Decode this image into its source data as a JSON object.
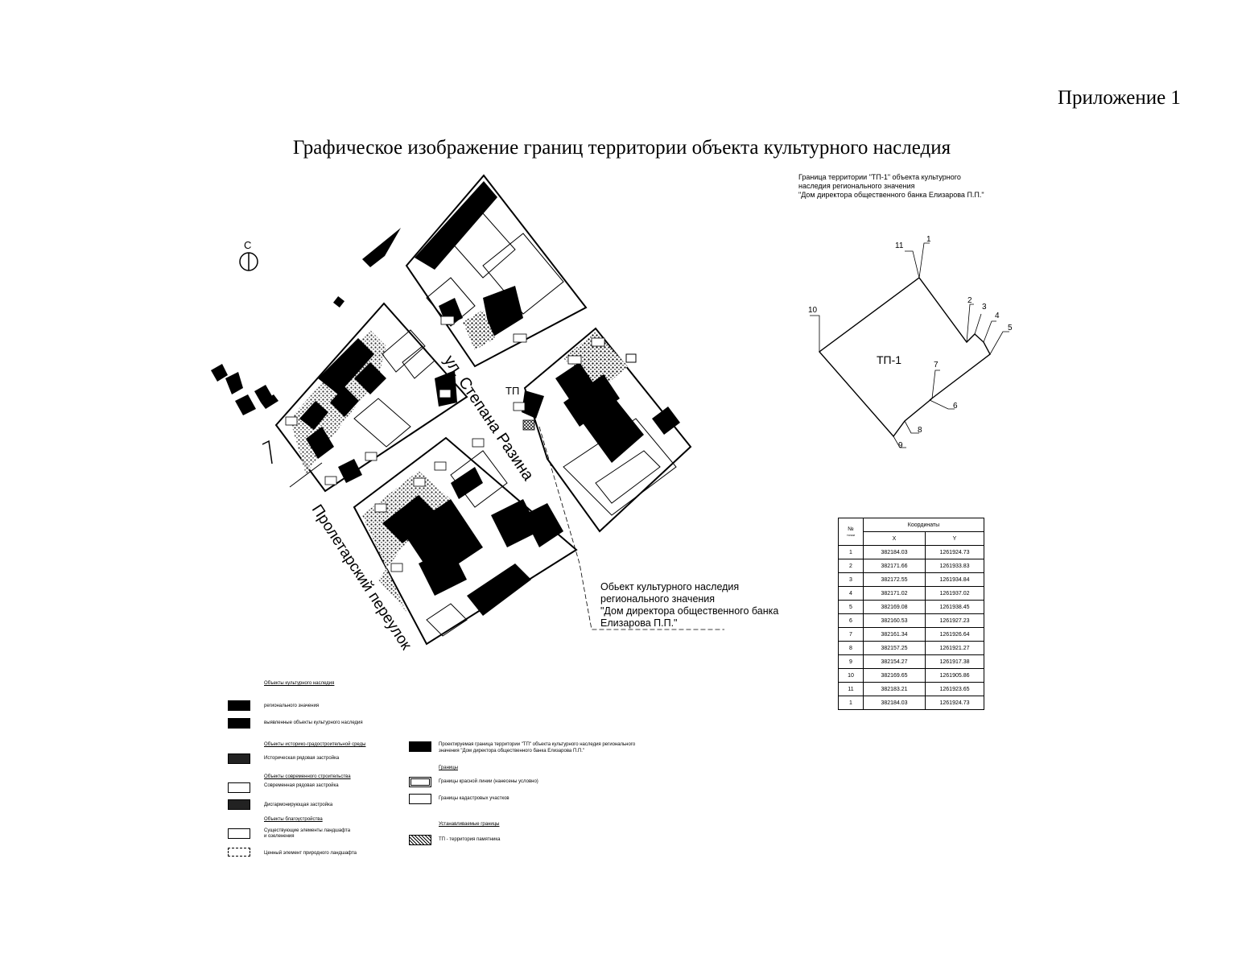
{
  "appendix": "Приложение 1",
  "title": "Графическое изображение границ территории объекта культурного наследия",
  "map": {
    "street_razina": "ул. Степана Разина",
    "street_proletarsky": "Пролетарский переулок",
    "north_label": "С",
    "tp_label": "ТП"
  },
  "tp_caption": {
    "line1": "Граница территории \"ТП-1\" объекта культурного",
    "line2": "наследия регионального значения",
    "line3": "\"Дом директора общественного банка Елизарова П.П.\""
  },
  "outline": {
    "label": "ТП-1",
    "points": [
      "1",
      "2",
      "3",
      "4",
      "5",
      "6",
      "7",
      "8",
      "9",
      "10",
      "11"
    ]
  },
  "object_caption": {
    "line1": "Обьект культурного наследия",
    "line2": "регионального значения",
    "line3": "\"Дом директора общественного банка",
    "line4": "Елизарова П.П.\""
  },
  "coord_table": {
    "header_no": "№",
    "header_no_sub": "точки",
    "header_group": "Координаты",
    "header_x": "X",
    "header_y": "Y",
    "rows": [
      {
        "n": "1",
        "x": "382184.03",
        "y": "1261924.73"
      },
      {
        "n": "2",
        "x": "382171.66",
        "y": "1261933.83"
      },
      {
        "n": "3",
        "x": "382172.55",
        "y": "1261934.84"
      },
      {
        "n": "4",
        "x": "382171.02",
        "y": "1261937.02"
      },
      {
        "n": "5",
        "x": "382169.08",
        "y": "1261938.45"
      },
      {
        "n": "6",
        "x": "382160.53",
        "y": "1261927.23"
      },
      {
        "n": "7",
        "x": "382161.34",
        "y": "1261926.64"
      },
      {
        "n": "8",
        "x": "382157.25",
        "y": "1261921.27"
      },
      {
        "n": "9",
        "x": "382154.27",
        "y": "1261917.38"
      },
      {
        "n": "10",
        "x": "382169.65",
        "y": "1261905.86"
      },
      {
        "n": "11",
        "x": "382183.21",
        "y": "1261923.65"
      },
      {
        "n": "1",
        "x": "382184.03",
        "y": "1261924.73"
      }
    ]
  },
  "legend": {
    "h_heritage": "Объекты культурного наследия",
    "regional": "регионального значения",
    "identified": "выявленные объекты культурного наследия",
    "h_historic": "Объекты историко-градостроительной среды",
    "historic_row": "Историческая рядовая застройка",
    "h_modern": "Объекты современного строительства",
    "modern_row": "Современная рядовая застройка",
    "disharmonious": "Дисгармонирующая застройка",
    "h_landscape": "Объекты благоустройства",
    "landscape_existing_1": "Существующие элементы ландшафта",
    "landscape_existing_2": "и озеленения",
    "valuable_landscape": "Ценный элемент природного ландшафта",
    "projected_1": "Проектируемая граница территории \"ТП\" объекта культурного наследия регионального",
    "projected_2": "значения \"Дом директора общественного банка Елизарова П.П.\"",
    "h_borders": "Границы",
    "red_line": "Границы красной линии (нанесены условно)",
    "cadastral": "Границы кадастровых участков",
    "h_established": "Устанавливаемые границы",
    "tp_territory": "ТП - территория памятника"
  },
  "colors": {
    "ink": "#000000",
    "paper": "#ffffff"
  }
}
